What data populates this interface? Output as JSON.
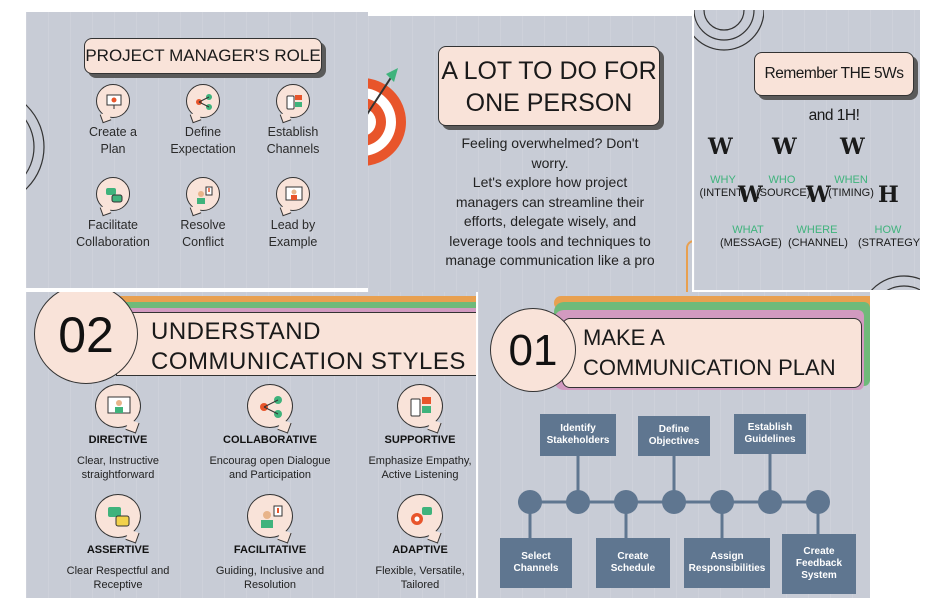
{
  "panel1": {
    "title": "PROJECT MANAGER'S ROLE",
    "roles": [
      {
        "line1": "Create a",
        "line2": "Plan",
        "icon": "person-board-icon"
      },
      {
        "line1": "Define",
        "line2": "Expectation",
        "icon": "network-icon"
      },
      {
        "line1": "Establish",
        "line2": "Channels",
        "icon": "phone-chat-icon"
      },
      {
        "line1": "Facilitate",
        "line2": "Collaboration",
        "icon": "chat-bubbles-icon"
      },
      {
        "line1": "Resolve",
        "line2": "Conflict",
        "icon": "person-alert-icon"
      },
      {
        "line1": "Lead by",
        "line2": "Example",
        "icon": "presenter-icon"
      }
    ]
  },
  "panel2": {
    "title_line1": "A LOT TO DO FOR",
    "title_line2": "ONE PERSON",
    "body": [
      "Feeling overwhelmed? Don't",
      "worry.",
      "Let's explore how project",
      "managers can streamline their",
      "efforts, delegate wisely, and",
      "leverage tools and techniques to",
      "manage communication like a pro"
    ],
    "icons": [
      "thumbs-up-icon",
      "target-arrow-icon"
    ]
  },
  "panel3": {
    "title": "Remember THE 5Ws and 1H!",
    "letters": [
      "W",
      "W",
      "W",
      "W",
      "W",
      "H"
    ],
    "labels": [
      {
        "word": "WHY",
        "sub": "(INTENT)"
      },
      {
        "word": "WHO",
        "sub": "(SOURCE)"
      },
      {
        "word": "WHEN",
        "sub": "(TIMING)"
      },
      {
        "word": "WHAT",
        "sub": "(MESSAGE)"
      },
      {
        "word": "WHERE",
        "sub": "(CHANNEL)"
      },
      {
        "word": "HOW",
        "sub": "(STRATEGY)"
      }
    ]
  },
  "panel4": {
    "number": "02",
    "title_line1": "UNDERSTAND",
    "title_line2": "COMMUNICATION STYLES",
    "styles": [
      {
        "name": "DIRECTIVE",
        "line1": "Clear, Instructive",
        "line2": "straightforward",
        "icon": "presenter-icon"
      },
      {
        "name": "COLLABORATIVE",
        "line1": "Encourag open Dialogue",
        "line2": "and Participation",
        "icon": "network-icon"
      },
      {
        "name": "SUPPORTIVE",
        "line1": "Emphasize Empathy,",
        "line2": "Active Listening",
        "icon": "phone-chat-icon"
      },
      {
        "name": "ASSERTIVE",
        "line1": "Clear Respectful and",
        "line2": "Receptive",
        "icon": "chat-bubbles-icon"
      },
      {
        "name": "FACILITATIVE",
        "line1": "Guiding, Inclusive and",
        "line2": "Resolution",
        "icon": "person-alert-icon"
      },
      {
        "name": "ADAPTIVE",
        "line1": "Flexible, Versatile,",
        "line2": "Tailored",
        "icon": "gear-chat-icon"
      }
    ]
  },
  "panel5": {
    "number": "01",
    "title_line1": "MAKE A",
    "title_line2": "COMMUNICATION PLAN",
    "top_boxes": [
      {
        "line1": "Identify",
        "line2": "Stakeholders"
      },
      {
        "line1": "Define",
        "line2": "Objectives"
      },
      {
        "line1": "Establish",
        "line2": "Guidelines"
      }
    ],
    "bottom_boxes": [
      {
        "line1": "Select",
        "line2": "Channels",
        "line3": ""
      },
      {
        "line1": "Create",
        "line2": "Schedule",
        "line3": ""
      },
      {
        "line1": "Assign",
        "line2": "Responsibilities",
        "line3": ""
      },
      {
        "line1": "Create",
        "line2": "Feedback",
        "line3": "System"
      }
    ]
  },
  "colors": {
    "panel_bg": "#c8ccd6",
    "pill_bg": "#f9e3d9",
    "accent_orange": "#e8552b",
    "accent_green": "#3fb37c",
    "flow_blue": "#5f7690"
  }
}
